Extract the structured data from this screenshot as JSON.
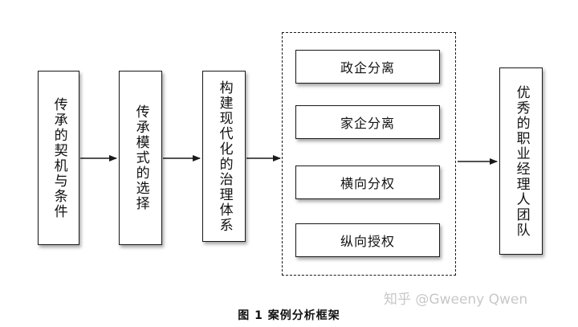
{
  "boxes": {
    "inheritance_conditions": "传承的契机与条件",
    "inheritance_mode": "传承模式的选择",
    "governance": "构建现代化的治理体系",
    "outcome": "优秀的职业经理人团队"
  },
  "inner_boxes": {
    "gov_enterprise": "政企分离",
    "family_enterprise": "家企分离",
    "horizontal": "横向分权",
    "vertical": "纵向授权"
  },
  "caption": "图 1  案例分析框架",
  "watermark": "知乎 @Gweeny Qwen",
  "colors": {
    "line": "#1a1a1a",
    "watermark": "#c8c8c8"
  }
}
